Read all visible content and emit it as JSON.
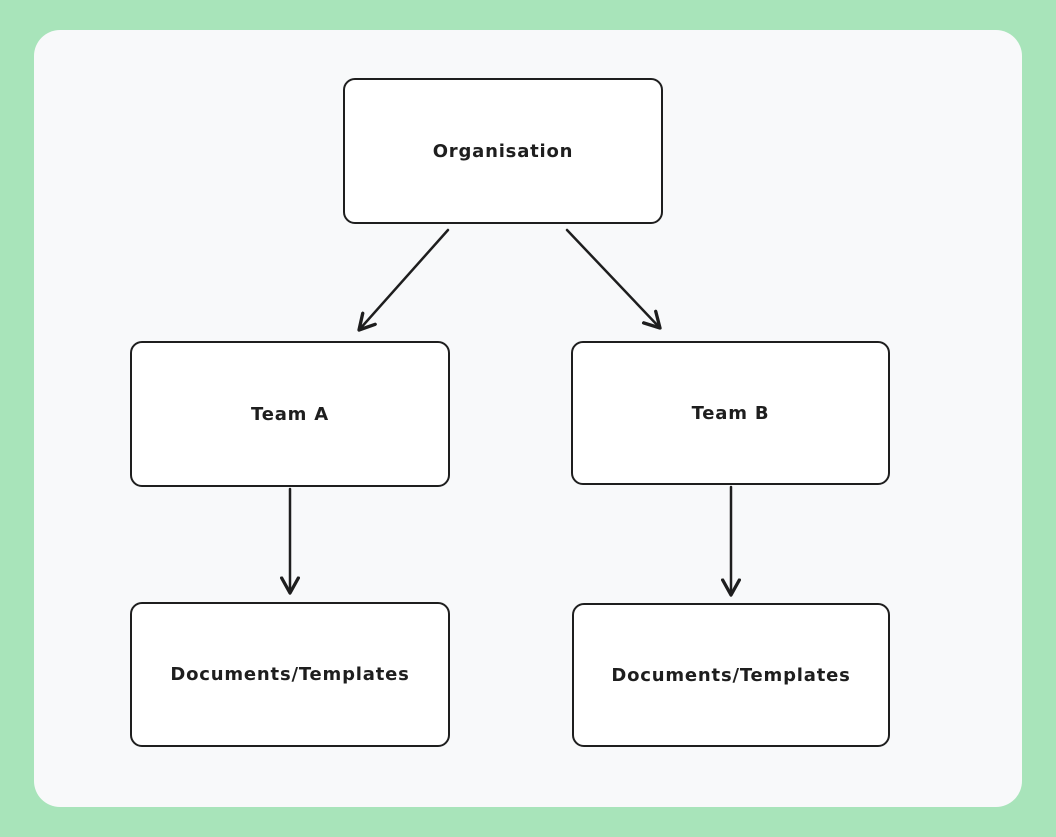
{
  "diagram": {
    "nodes": [
      {
        "id": "organisation",
        "label": "Organisation"
      },
      {
        "id": "team-a",
        "label": "Team A"
      },
      {
        "id": "team-b",
        "label": "Team B"
      },
      {
        "id": "documents-templates-a",
        "label": "Documents/Templates"
      },
      {
        "id": "documents-templates-b",
        "label": "Documents/Templates"
      }
    ],
    "edges": [
      {
        "from": "Organisation",
        "to": "Team A"
      },
      {
        "from": "Organisation",
        "to": "Team B"
      },
      {
        "from": "Team A",
        "to": "Documents/Templates"
      },
      {
        "from": "Team B",
        "to": "Documents/Templates"
      }
    ],
    "colors": {
      "page_background": "#a8e4ba",
      "canvas_background": "#f8f9fa",
      "node_fill": "#ffffff",
      "stroke": "#1e1e1e"
    }
  }
}
